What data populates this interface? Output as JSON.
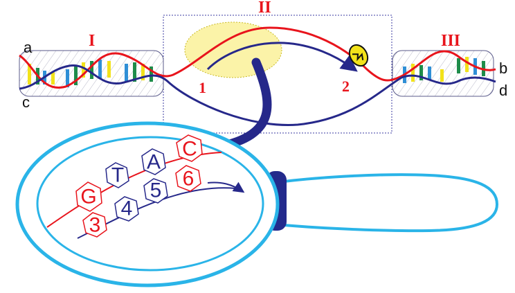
{
  "regions": {
    "I": "I",
    "II": "II",
    "III": "III"
  },
  "strands": {
    "a": "a",
    "b": "b",
    "c": "c",
    "d": "d"
  },
  "markers": {
    "one": "1",
    "two": "2"
  },
  "top_bases": [
    "G",
    "T",
    "A",
    "C"
  ],
  "bottom_bases": [
    "3",
    "4",
    "5",
    "6"
  ],
  "colors": {
    "red_strand": "#e8141c",
    "blue_strand": "#26288a",
    "magnifier": "#2ab4e8",
    "handle_knob": "#232a8c",
    "highlight": "#fbf3a8",
    "base_yellow": "#f2e21a",
    "base_green": "#1e8c4a",
    "base_blue": "#2f8fd6"
  },
  "icons": {
    "enzyme": "enzyme-icon",
    "magnifier": "magnifying-glass-icon",
    "arrow": "curved-arrow-icon"
  }
}
